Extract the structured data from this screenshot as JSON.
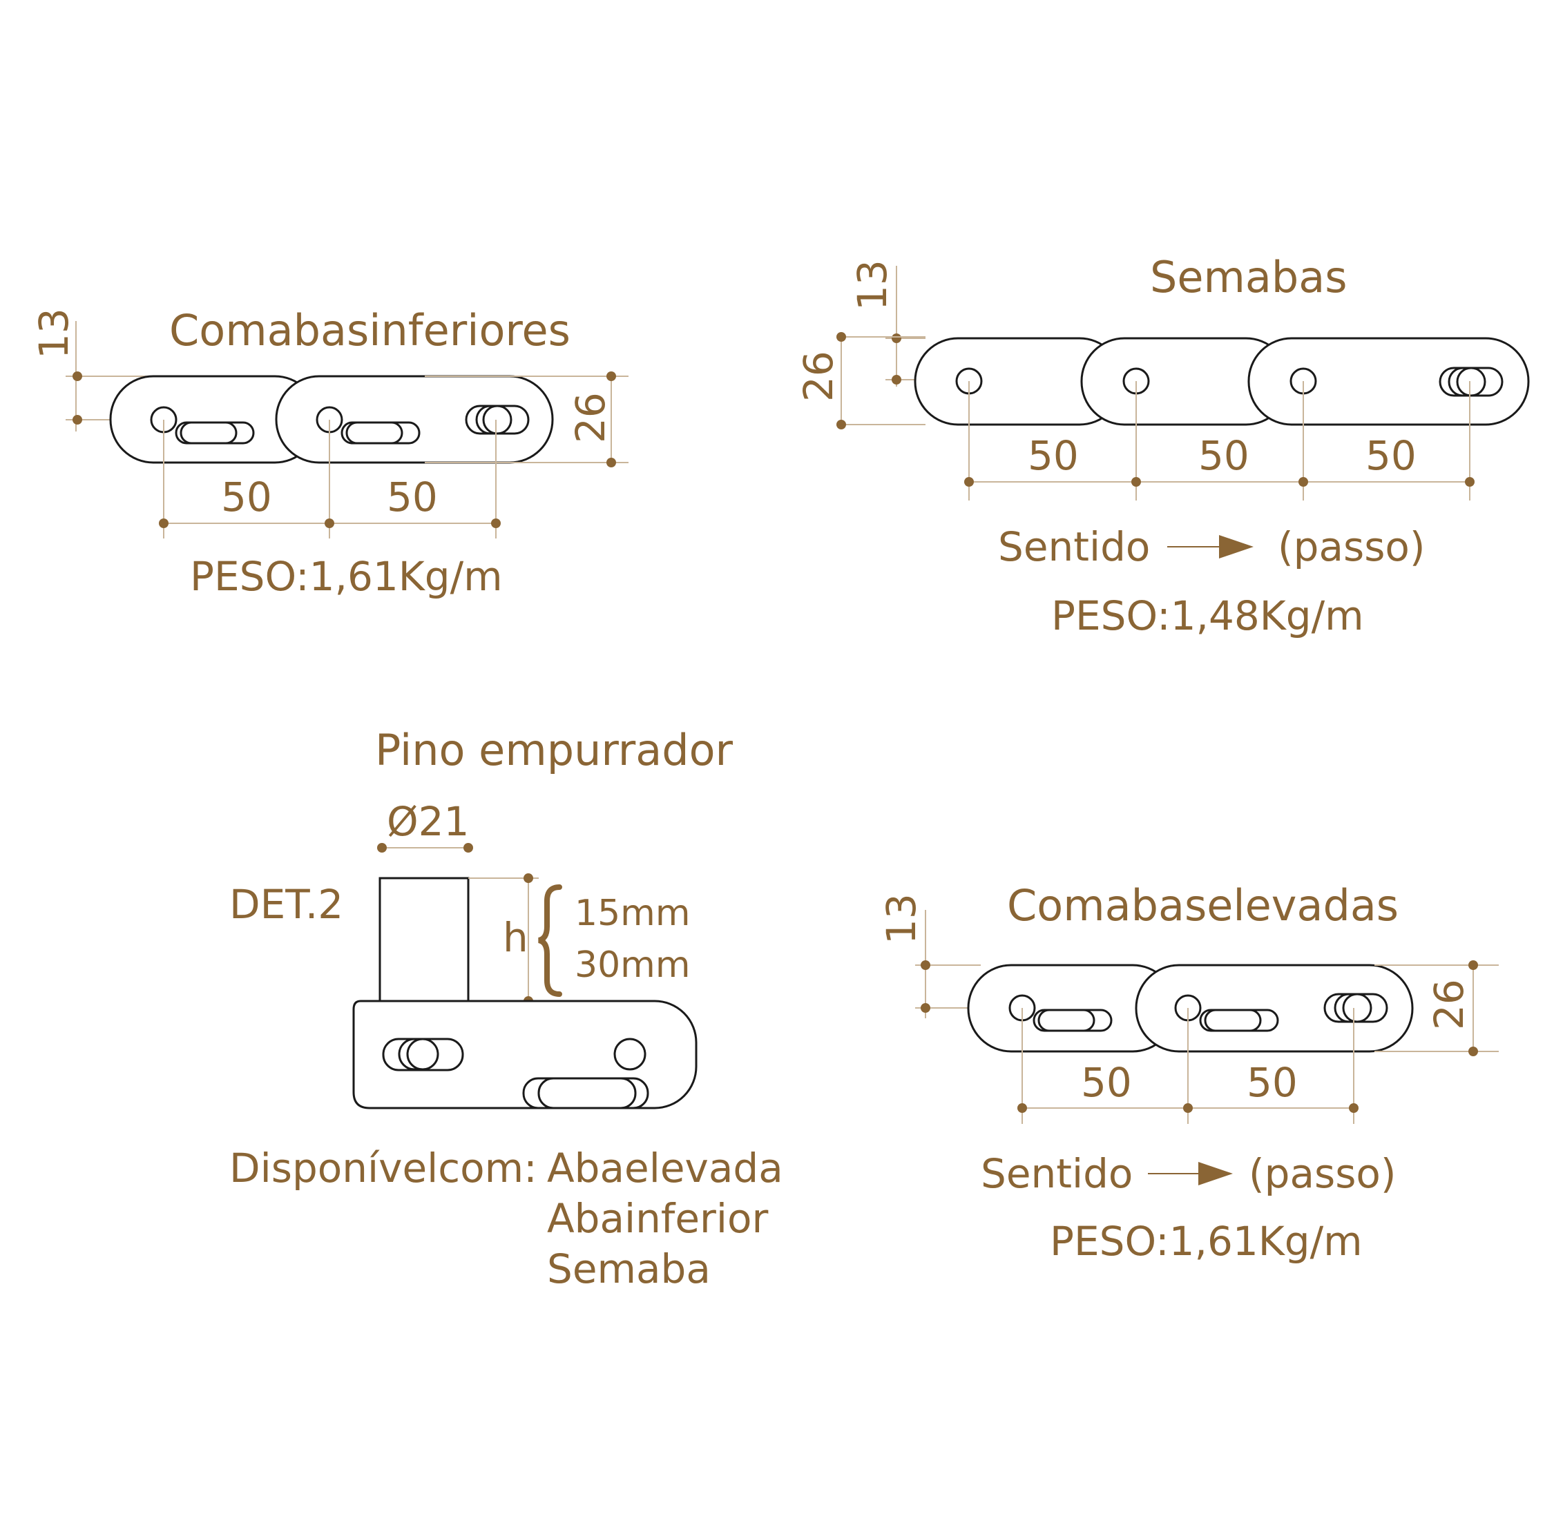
{
  "colors": {
    "accent": "#8a6535",
    "outline": "#1a1a1a",
    "dimension_line": "#c9b59a",
    "background": "#ffffff"
  },
  "top_left": {
    "title": "Comabasinferiores",
    "dim_13": "13",
    "dim_26": "26",
    "pitch_1": "50",
    "pitch_2": "50",
    "weight": "PESO:1,61Kg/m"
  },
  "top_right": {
    "title": "Semabas",
    "dim_13": "13",
    "dim_26": "26",
    "pitch_1": "50",
    "pitch_2": "50",
    "pitch_3": "50",
    "direction_label": "Sentido",
    "direction_note": "(passo)",
    "weight": "PESO:1,48Kg/m"
  },
  "pusher_pin": {
    "title": "Pino empurrador",
    "detail": "DET.2",
    "diameter": "Ø21",
    "height_symbol": "h",
    "height_option_1": "15mm",
    "height_option_2": "30mm",
    "available_label": "Disponívelcom:",
    "options": [
      "Abaelevada",
      "Abainferior",
      "Semaba"
    ]
  },
  "bottom_right": {
    "title": "Comabaselevadas",
    "dim_13": "13",
    "dim_26": "26",
    "pitch_1": "50",
    "pitch_2": "50",
    "direction_label": "Sentido",
    "direction_note": "(passo)",
    "weight": "PESO:1,61Kg/m"
  }
}
